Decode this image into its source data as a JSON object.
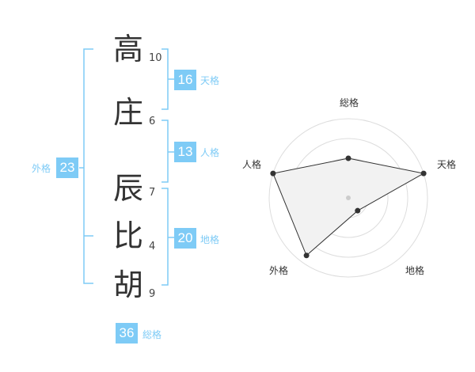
{
  "name_chars": [
    {
      "char": "高",
      "strokes": "10"
    },
    {
      "char": "庄",
      "strokes": "6"
    },
    {
      "char": "辰",
      "strokes": "7"
    },
    {
      "char": "比",
      "strokes": "4"
    },
    {
      "char": "胡",
      "strokes": "9"
    }
  ],
  "kakusu": {
    "tenkaku": {
      "value": "16",
      "label": "天格"
    },
    "jinkaku": {
      "value": "13",
      "label": "人格"
    },
    "chikaku": {
      "value": "20",
      "label": "地格"
    },
    "gaikaku": {
      "value": "23",
      "label": "外格"
    },
    "soukaku": {
      "value": "36",
      "label": "総格"
    }
  },
  "colors": {
    "accent": "#7ecbf6",
    "text": "#333333",
    "radar_fill": "#f2f2f2",
    "radar_grid": "#dddddd",
    "radar_line": "#333333"
  },
  "chart_data": {
    "type": "radar",
    "axes": [
      "総格",
      "天格",
      "地格",
      "外格",
      "人格"
    ],
    "values": [
      0.5,
      1.0,
      0.2,
      0.9,
      1.0
    ],
    "max": 1.0,
    "rings": 4
  }
}
